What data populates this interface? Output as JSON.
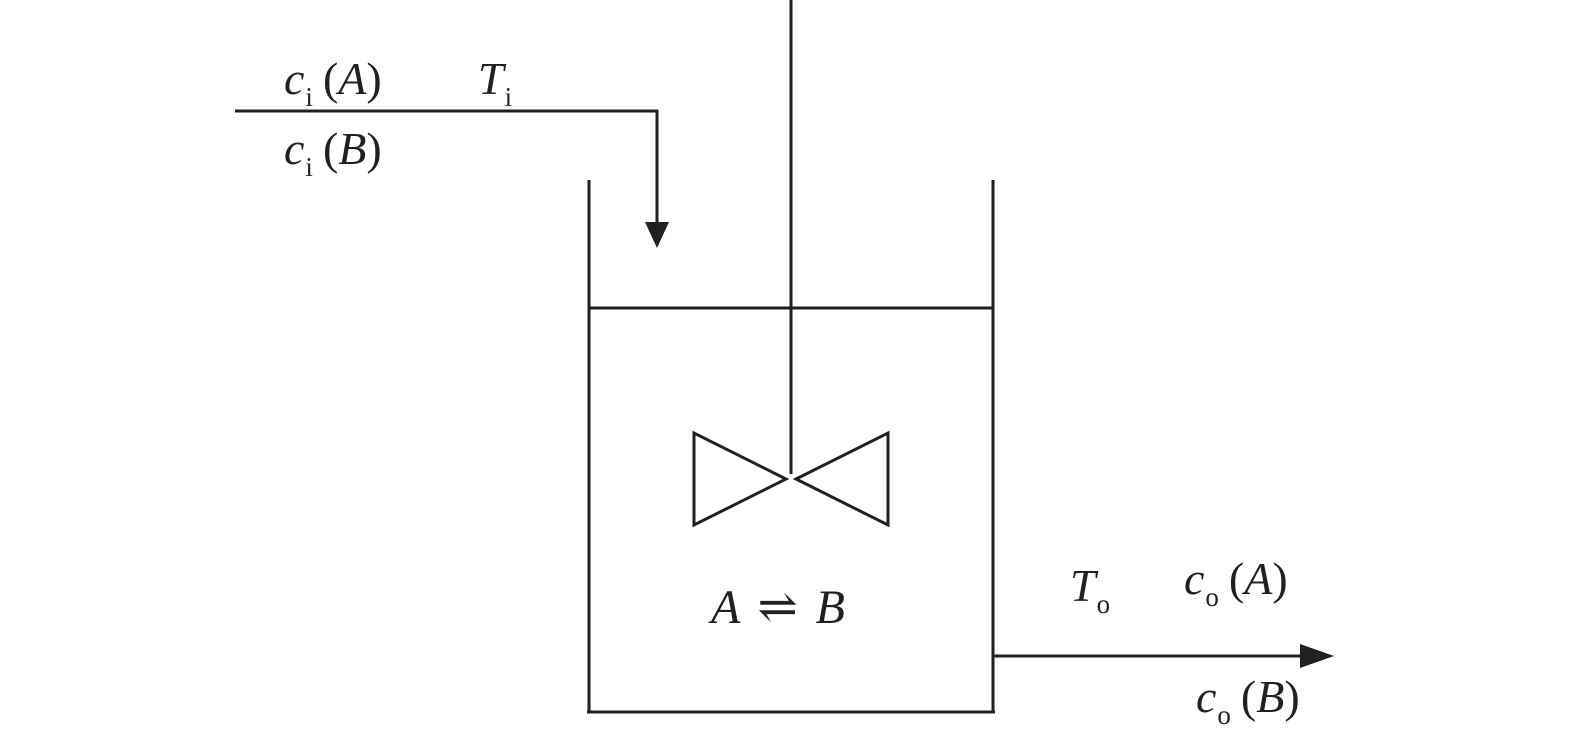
{
  "colors": {
    "ink": "#231f20",
    "background": "#ffffff"
  },
  "inlet": {
    "conc_a": {
      "symbol": "c",
      "sub": "i",
      "species": "A"
    },
    "conc_b": {
      "symbol": "c",
      "sub": "i",
      "species": "B"
    },
    "temp": {
      "symbol": "T",
      "sub": "i"
    }
  },
  "outlet": {
    "conc_a": {
      "symbol": "c",
      "sub": "o",
      "species": "A"
    },
    "conc_b": {
      "symbol": "c",
      "sub": "o",
      "species": "B"
    },
    "temp": {
      "symbol": "T",
      "sub": "o"
    }
  },
  "reaction": {
    "reactant": "A",
    "product": "B",
    "arrow": "⇌"
  }
}
